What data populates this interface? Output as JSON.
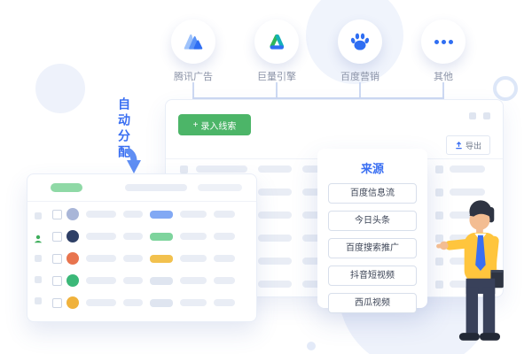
{
  "platforms": [
    {
      "label": "腾讯广告",
      "icon": "tencent-ads-icon"
    },
    {
      "label": "巨量引擎",
      "icon": "ocean-engine-icon"
    },
    {
      "label": "百度营销",
      "icon": "baidu-paw-icon"
    },
    {
      "label": "其他",
      "icon": "more-dots-icon"
    }
  ],
  "flow": {
    "label": "自动分配"
  },
  "main_panel": {
    "plus_icon": "+",
    "enter_button_label": "录入线索",
    "export_button_label": "导出"
  },
  "source_card": {
    "title": "来源",
    "items": [
      "百度信息流",
      "今日头条",
      "百度搜索推广",
      "抖音短视频",
      "西瓜视频"
    ]
  },
  "left_window": {
    "rows": [
      {
        "avatar_color": "#a9b6d8",
        "tag_color": "#82a9f4"
      },
      {
        "avatar_color": "#2e3f66",
        "tag_color": "#7ed49d"
      },
      {
        "avatar_color": "#e8744e",
        "tag_color": "#f2c14e"
      },
      {
        "avatar_color": "#3bb878",
        "tag_color": "#dfe5f0"
      },
      {
        "avatar_color": "#f0b23c",
        "tag_color": "#dfe5f0"
      }
    ]
  },
  "colors": {
    "accent_blue": "#3a6ff2",
    "button_green": "#4cb568",
    "connector_line": "#cdd9f2",
    "shirt_yellow": "#ffc53d",
    "pants_dark": "#39415a",
    "skin": "#f3bd92"
  }
}
